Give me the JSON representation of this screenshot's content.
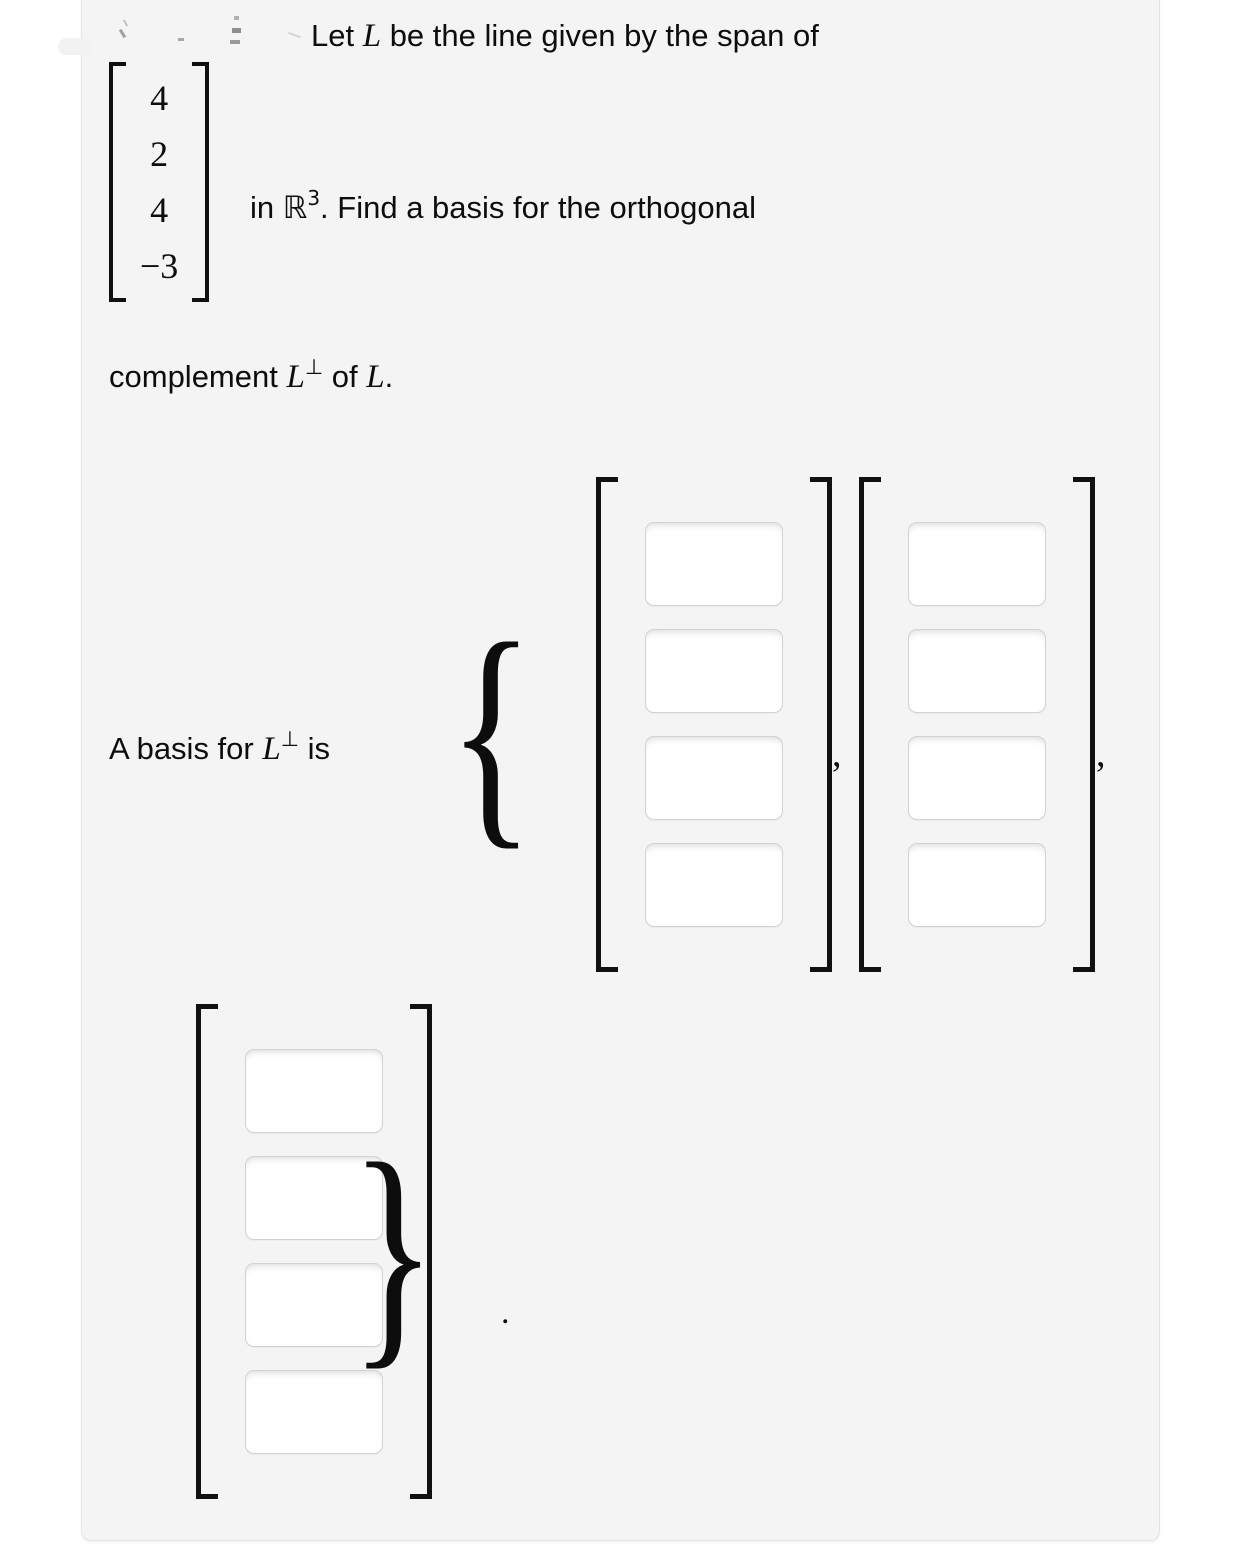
{
  "problem": {
    "line_1_prefix": "Let ",
    "line_1_var": "L",
    "line_1_suffix": " be the line given by the span of",
    "span_vector": {
      "label": "span-vector",
      "entries": [
        "4",
        "2",
        "4",
        "−3"
      ]
    },
    "line_2_prefix": "in ",
    "line_2_field": "ℝ",
    "line_2_exponent": "3",
    "line_2_suffix": ". Find a basis for the orthogonal",
    "line_3_prefix": "complement ",
    "line_3_var": "L",
    "line_3_perp": "⊥",
    "line_3_suffix": " of ",
    "line_3_var2": "L",
    "line_3_period": "."
  },
  "answer": {
    "label_prefix": "A basis for ",
    "label_var": "L",
    "label_perp": "⊥",
    "label_suffix": " is",
    "open_brace": "{",
    "close_brace": "}",
    "separator_comma": ",",
    "final_period": ".",
    "vectors": [
      {
        "name": "basis-vector-1",
        "entries": [
          {
            "value": "",
            "placeholder": ""
          },
          {
            "value": "",
            "placeholder": ""
          },
          {
            "value": "",
            "placeholder": ""
          },
          {
            "value": "",
            "placeholder": ""
          }
        ]
      },
      {
        "name": "basis-vector-2",
        "entries": [
          {
            "value": "",
            "placeholder": ""
          },
          {
            "value": "",
            "placeholder": ""
          },
          {
            "value": "",
            "placeholder": ""
          },
          {
            "value": "",
            "placeholder": ""
          }
        ]
      },
      {
        "name": "basis-vector-3",
        "entries": [
          {
            "value": "",
            "placeholder": ""
          },
          {
            "value": "",
            "placeholder": ""
          },
          {
            "value": "",
            "placeholder": ""
          },
          {
            "value": "",
            "placeholder": ""
          }
        ]
      }
    ]
  },
  "colors": {
    "page_background": "#ffffff",
    "panel_background": "#f4f4f4",
    "text": "#0d0d0d",
    "input_background": "#ffffff",
    "input_border": "#d2d2d2",
    "bracket": "#111111"
  }
}
